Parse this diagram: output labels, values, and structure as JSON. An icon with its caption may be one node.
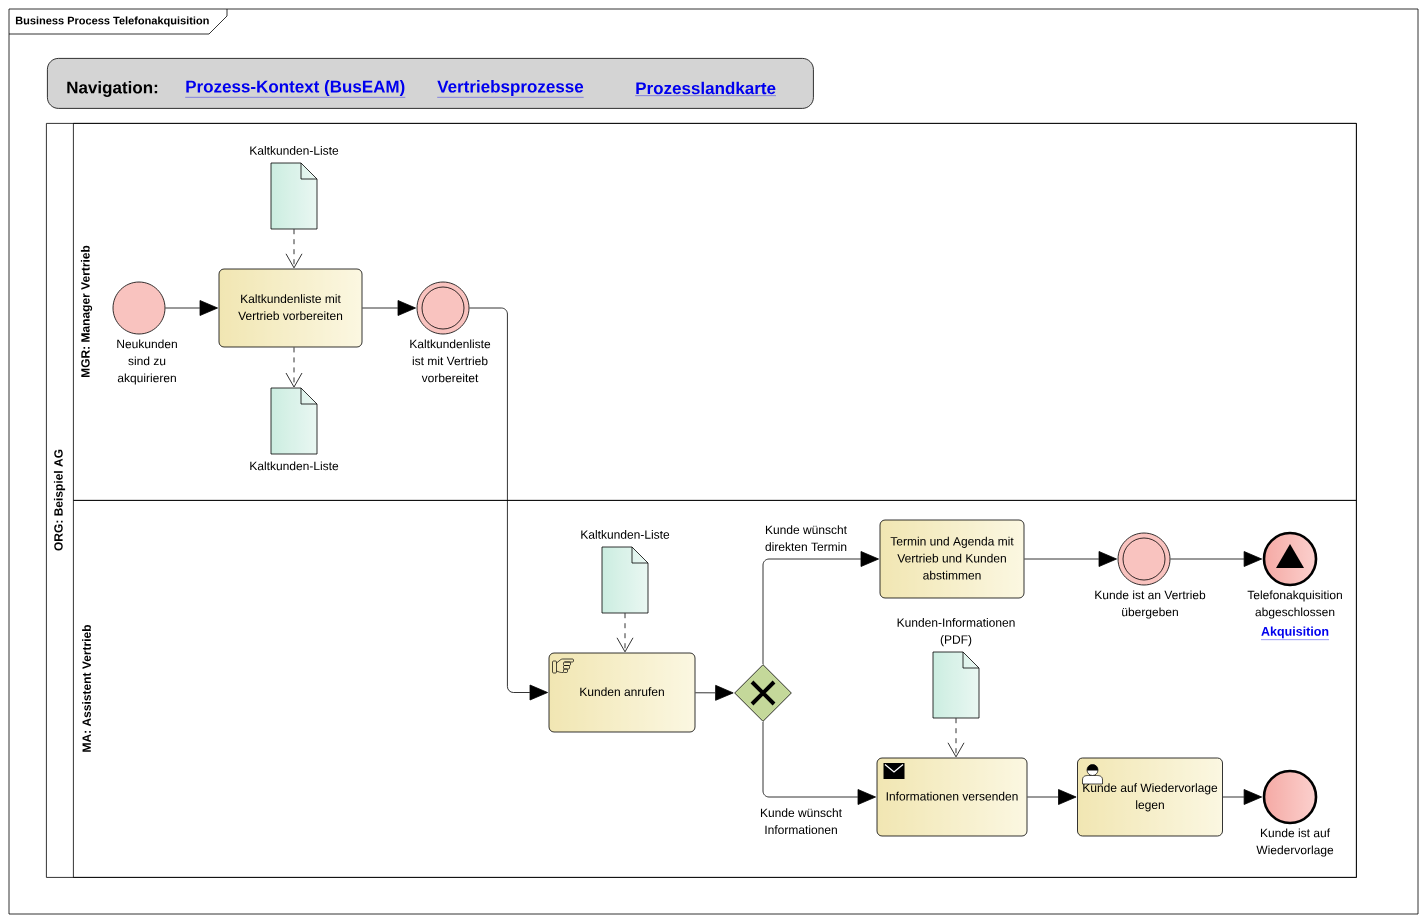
{
  "diagram": {
    "title": "Business Process Telefonakquisition",
    "nodes": [
      {
        "text": [
          "Navigation:",
          "Prozess-Kontext (BusEAM)",
          "Vertriebsprozesse",
          "Prozesslandkarte"
        ]
      },
      {
        "text": [
          "ORG: Beispiel AG"
        ]
      },
      {
        "text": [
          "MGR: Manager Vertrieb"
        ],
        "in": 1
      },
      {
        "text": [
          "MA: Assistent Vertrieb"
        ],
        "in": 1
      },
      {
        "text": [
          "Neukunden sind zu akquirieren"
        ],
        "in": 2
      },
      {
        "text": [
          "Kaltkunden-Liste"
        ],
        "in": 2
      },
      {
        "text": [
          "Kaltkundenliste mit Vertrieb vorbereiten"
        ],
        "in": 2
      },
      {
        "text": [
          "Kaltkunden-Liste"
        ],
        "in": 2
      },
      {
        "text": [
          "Kaltkundenliste ist mit Vertrieb vorbereitet"
        ],
        "in": 2
      },
      {
        "text": [
          "Kaltkunden-Liste"
        ],
        "in": 3
      },
      {
        "text": [
          "Kunden anrufen"
        ],
        "in": 3
      },
      {
        "text": [],
        "shape": "diamond",
        "in": 3
      },
      {
        "text": [
          "Termin und Agenda mit Vertrieb und Kunden abstimmen"
        ],
        "in": 3
      },
      {
        "text": [
          "Kunde ist an Vertrieb übergeben"
        ],
        "in": 3
      },
      {
        "text": [
          "Telefonakquisition abgeschlossen",
          "Akquisition"
        ],
        "in": 3
      },
      {
        "text": [
          "Kunden-Informationen (PDF)"
        ],
        "in": 3
      },
      {
        "text": [
          "Informationen versenden"
        ],
        "in": 3
      },
      {
        "text": [
          "Kunde auf Wiedervorlage legen"
        ],
        "in": 3
      },
      {
        "text": [
          "Kunde ist auf Wiedervorlage"
        ],
        "in": 3
      }
    ],
    "edges": [
      {
        "from": 4,
        "to": 6,
        "arrow": "to"
      },
      {
        "from": 5,
        "to": 6,
        "arrow": "to",
        "style": "dashed"
      },
      {
        "from": 6,
        "to": 7,
        "arrow": "to",
        "style": "dashed"
      },
      {
        "from": 6,
        "to": 8,
        "arrow": "to"
      },
      {
        "from": 8,
        "to": 10,
        "arrow": "to"
      },
      {
        "from": 9,
        "to": 10,
        "arrow": "to",
        "style": "dashed"
      },
      {
        "from": 10,
        "to": 11,
        "arrow": "to"
      },
      {
        "from": 11,
        "to": 12,
        "arrow": "to",
        "label": "Kunde wünscht direkten Termin"
      },
      {
        "from": 11,
        "to": 16,
        "arrow": "to",
        "label": "Kunde wünscht Informationen"
      },
      {
        "from": 12,
        "to": 13,
        "arrow": "to"
      },
      {
        "from": 13,
        "to": 14,
        "arrow": "to"
      },
      {
        "from": 15,
        "to": 16,
        "arrow": "to",
        "style": "dashed"
      },
      {
        "from": 16,
        "to": 17,
        "arrow": "to"
      },
      {
        "from": 17,
        "to": 18,
        "arrow": "to"
      }
    ]
  }
}
